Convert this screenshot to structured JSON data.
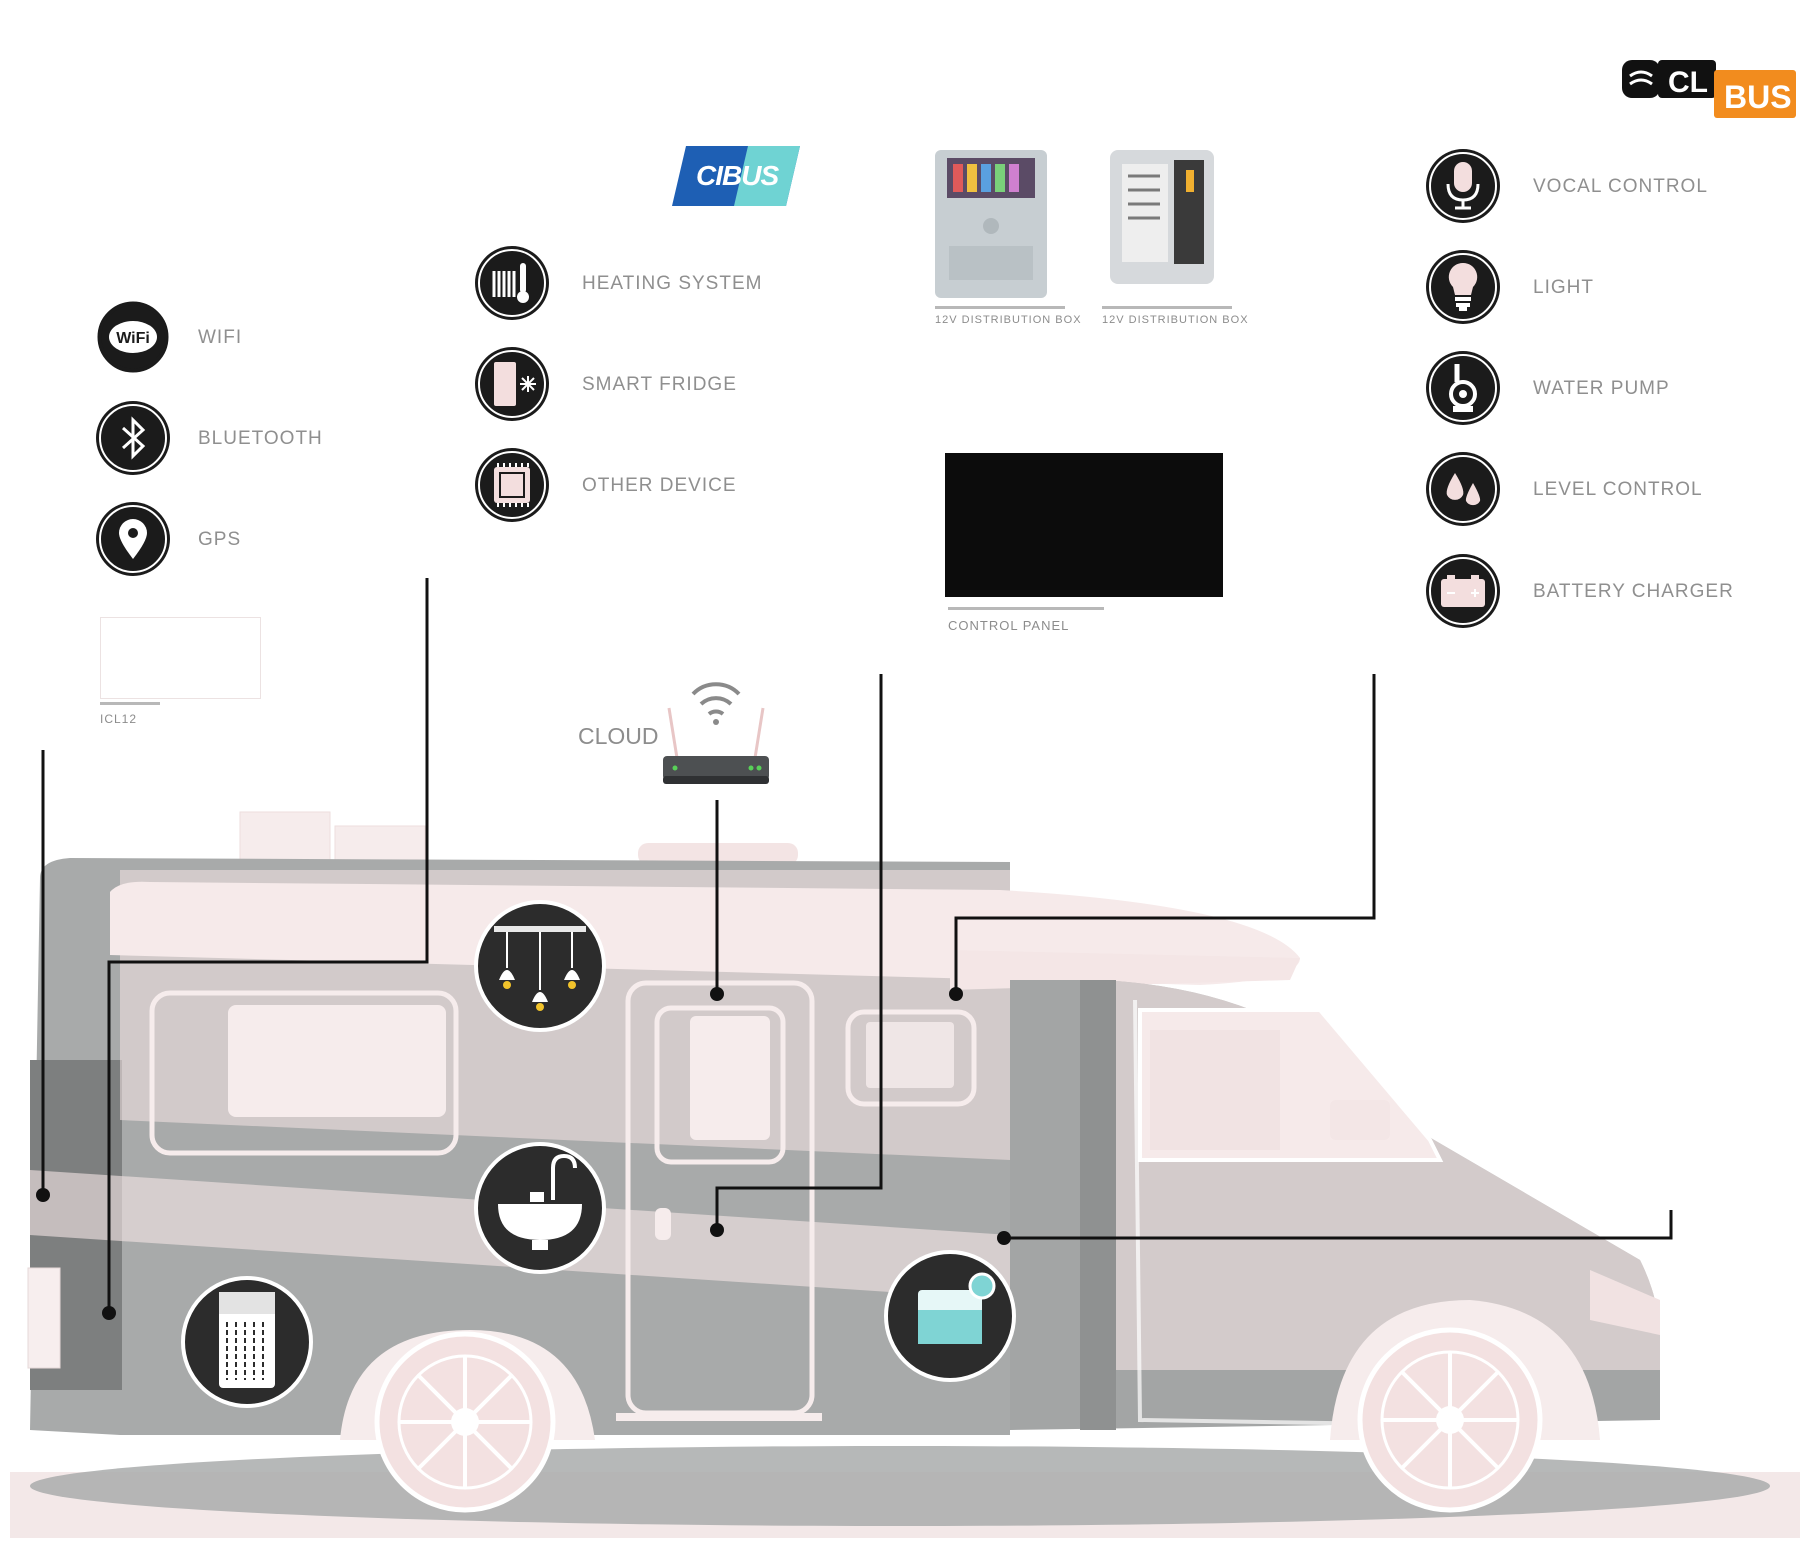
{
  "brand": {
    "clbus_logo": {
      "part1": "CL",
      "part2": "BUS",
      "accent": "#f28c1e"
    },
    "cibus_logo": {
      "text": "CIBUS",
      "colors": [
        "#1e5fb4",
        "#6fd3d3"
      ]
    }
  },
  "features_left": [
    {
      "icon": "wifi-icon",
      "label": "WIFI"
    },
    {
      "icon": "bluetooth-icon",
      "label": "BLUETOOTH"
    },
    {
      "icon": "gps-icon",
      "label": "GPS"
    }
  ],
  "features_middle": [
    {
      "icon": "radiator-icon",
      "label": "HEATING SYSTEM"
    },
    {
      "icon": "fridge-icon",
      "label": "SMART FRIDGE"
    },
    {
      "icon": "chip-icon",
      "label": "OTHER DEVICE"
    }
  ],
  "features_right": [
    {
      "icon": "microphone-icon",
      "label": "VOCAL CONTROL"
    },
    {
      "icon": "lightbulb-icon",
      "label": "LIGHT"
    },
    {
      "icon": "water-pump-icon",
      "label": "WATER PUMP"
    },
    {
      "icon": "water-drops-icon",
      "label": "LEVEL CONTROL"
    },
    {
      "icon": "battery-icon",
      "label": "BATTERY CHARGER"
    }
  ],
  "devices": {
    "distribution_box_1": "12V DISTRIBUTION BOX",
    "distribution_box_2": "12V DISTRIBUTION BOX",
    "control_panel": "CONTROL PANEL",
    "icl12": "ICL12",
    "cloud": "CLOUD"
  },
  "vehicle_icons": [
    "pendant-lights-icon",
    "sink-tap-icon",
    "heater-unit-icon",
    "water-tank-icon"
  ],
  "colors": {
    "icon_dark": "#1b1b1b",
    "label_gray": "#8f8f8f",
    "camper_pink": "#f6e9e9",
    "camper_gray": "#a8aaaa"
  }
}
